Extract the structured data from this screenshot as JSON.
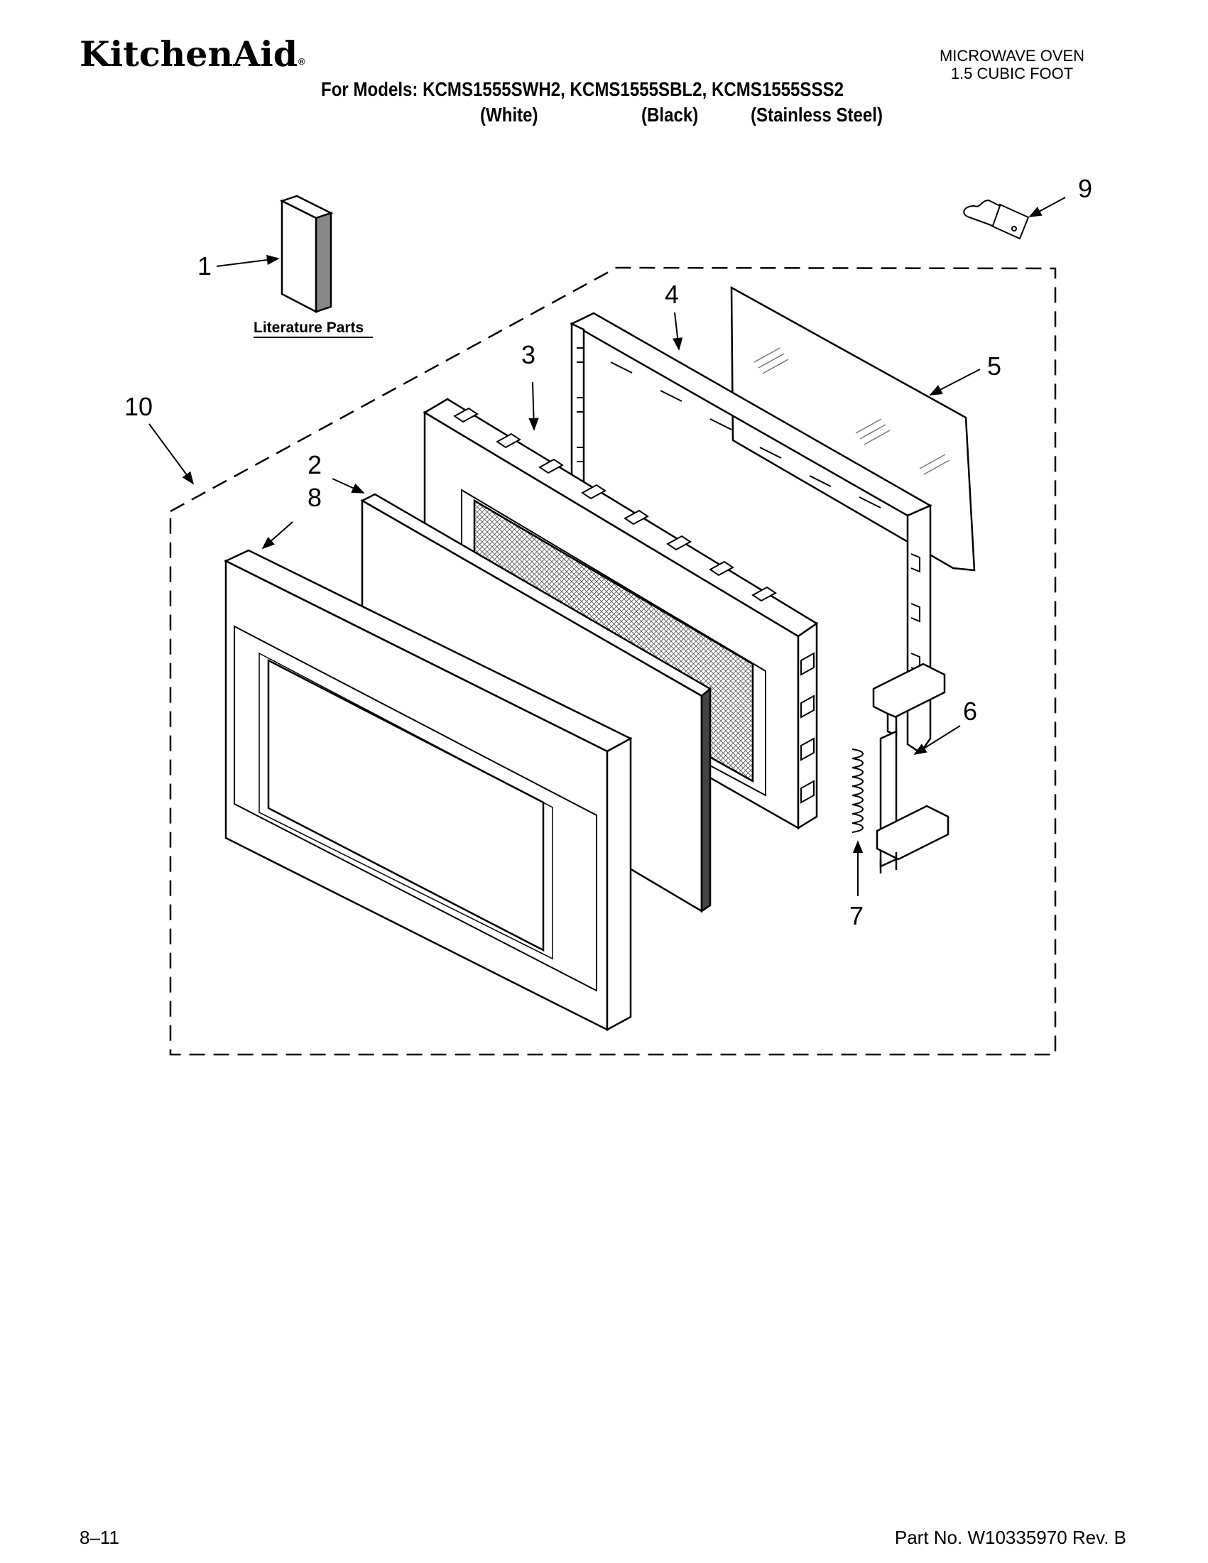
{
  "header": {
    "brand": "KitchenAid",
    "brand_mark": "®",
    "appliance_line1": "MICROWAVE OVEN",
    "appliance_line2": "1.5 CUBIC FOOT",
    "models_label": "For Models: KCMS1555SWH2, KCMS1555SBL2, KCMS1555SSS2",
    "variant_white": "(White)",
    "variant_black": "(Black)",
    "variant_stainless": "(Stainless Steel)"
  },
  "diagram": {
    "literature_label": "Literature Parts",
    "callouts": [
      "1",
      "2",
      "3",
      "4",
      "5",
      "6",
      "7",
      "8",
      "9",
      "10"
    ]
  },
  "footer": {
    "page": "8–11",
    "part_number": "Part No. W10335970 Rev. B"
  }
}
